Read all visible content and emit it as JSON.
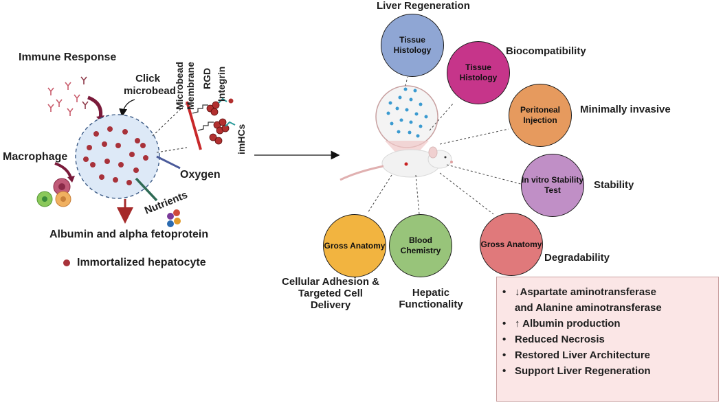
{
  "left": {
    "immune_response": "Immune Response",
    "click_microbead": "Click microbead",
    "macrophage": "Macrophage",
    "oxygen": "Oxygen",
    "nutrients": "Nutrients",
    "albumin": "Albumin and alpha fetoprotein",
    "legend": "Immortalized hepatocyte",
    "microbead_membrane": "Microbead Membrane",
    "rgd": "RGD",
    "integrin": "Integrin",
    "imhcs": "imHCs"
  },
  "right": {
    "liver_regeneration": "Liver Regeneration",
    "biocompatibility": "Biocompatibility",
    "minimally_invasive": "Minimally invasive",
    "stability": "Stability",
    "degradability": "Degradability",
    "cellular_adhesion": "Cellular Adhesion & Targeted Cell Delivery",
    "hepatic_functionality": "Hepatic Functionality"
  },
  "circles": {
    "c1": "Tissue Histology",
    "c2": "Tissue Histology",
    "c3": "Peritoneal Injection",
    "c4": "In vitro Stability Test",
    "c5": "Gross Anatomy",
    "c6": "Gross Anatomy",
    "c7": "Blood Chemistry"
  },
  "colors": {
    "c1": "#8fa6d4",
    "c2": "#c6358a",
    "c3": "#e69a5e",
    "c4": "#c08fc6",
    "c5": "#e0797b",
    "c6": "#f2b440",
    "c7": "#98c47a"
  },
  "findings": [
    "↓Aspartate aminotransferase and Alanine aminotransferase",
    "↑ Albumin production",
    "Reduced Necrosis",
    "Restored Liver Architecture",
    "Support Liver Regeneration"
  ]
}
